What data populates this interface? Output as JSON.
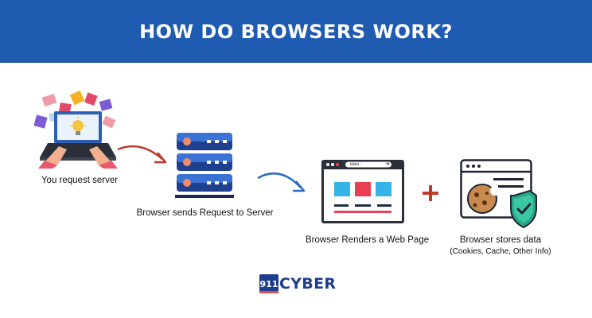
{
  "header": {
    "title": "HOW DO BROWSERS WORK?"
  },
  "steps": [
    {
      "label": "You request server"
    },
    {
      "label": "Browser sends Request to Server"
    },
    {
      "label": "Browser Renders a Web Page"
    },
    {
      "label": "Browser stores data",
      "sublabel": "(Cookies, Cache, Other Info)"
    }
  ],
  "browser_window": {
    "address_text": "www."
  },
  "logo": {
    "badge": "911",
    "text": "CYBER"
  },
  "colors": {
    "header_bg": "#1f5bb0",
    "red_arrow": "#c0392b",
    "blue_arrow": "#2a6bbf",
    "server_dark": "#1f3f8f",
    "server_light": "#3a72d6",
    "plus": "#c0392b"
  },
  "icons": [
    "laptop-icon",
    "server-icon",
    "browser-window-icon",
    "cookie-shield-icon",
    "plus-icon",
    "arrow-icon"
  ]
}
